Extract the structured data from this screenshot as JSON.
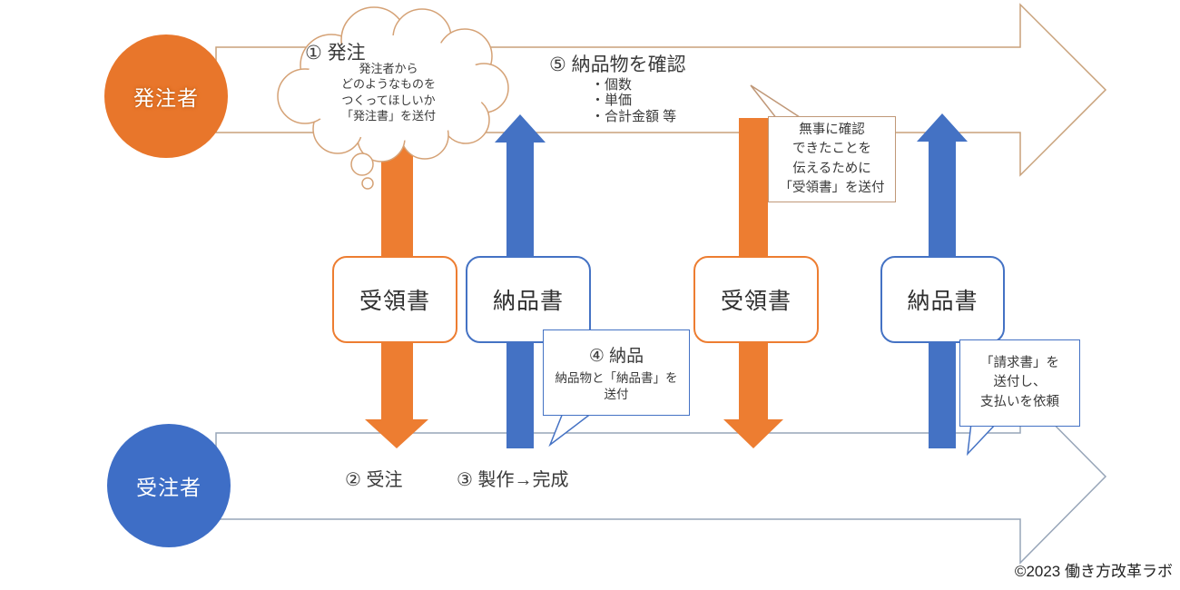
{
  "actors": {
    "orderer": "発注者",
    "contractor": "受注者"
  },
  "steps": {
    "step1": {
      "title": "① 発注",
      "body": "発注者から\nどのようなものを\nつくってほしいか\n「発注書」を送付"
    },
    "step2": {
      "title": "② 受注"
    },
    "step3": {
      "title": "③ 製作→完成"
    },
    "step4": {
      "title": "④ 納品",
      "body": "納品物と「納品書」を\n送付"
    },
    "step5": {
      "title": "⑤ 納品物を確認",
      "bullets": "・個数\n・単価\n・合計金額 等"
    }
  },
  "documents": [
    "受領書",
    "納品書",
    "受領書",
    "納品書"
  ],
  "callouts": {
    "receipt": "無事に確認\nできたことを\n伝えるために\n「受領書」を送付",
    "invoice": "「請求書」を\n送付し、\n支払いを依頼"
  },
  "copyright": "©2023 働き方改革ラボ",
  "colors": {
    "orange": "#ED7D31",
    "blue": "#4472C4",
    "tan_outline": "#C8A17A",
    "gray_outline": "#97A5B8"
  }
}
